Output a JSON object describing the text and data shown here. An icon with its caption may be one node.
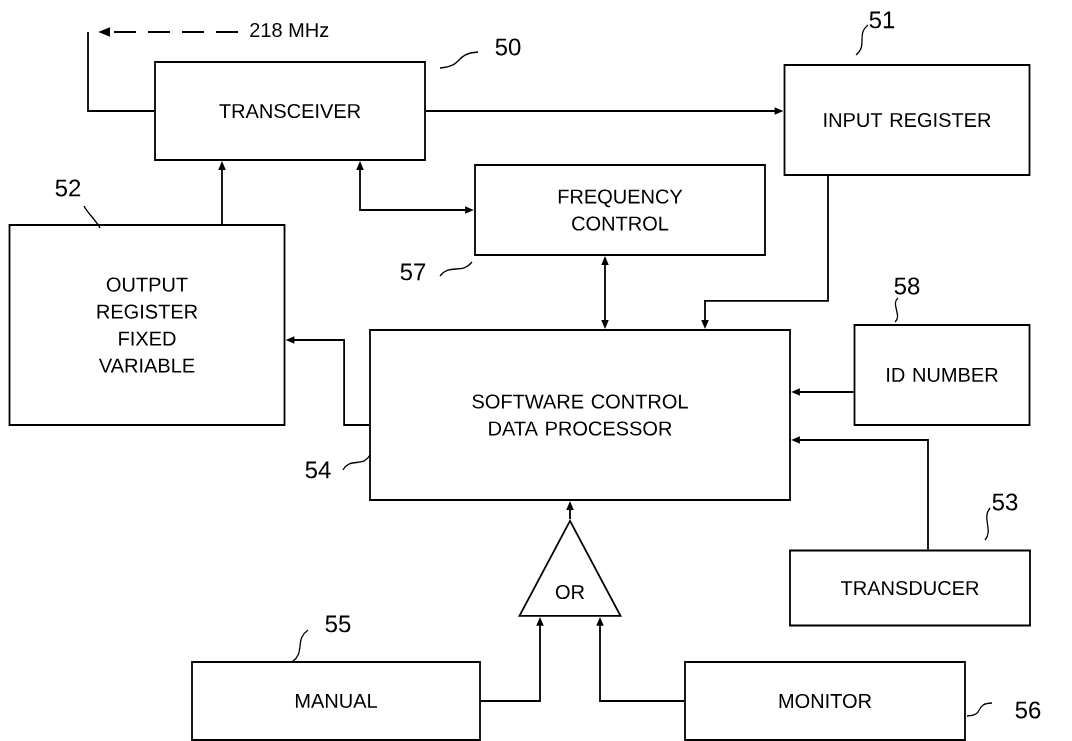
{
  "diagram": {
    "nodes": [
      {
        "text": [
          "TRANSCEIVER"
        ],
        "beside": [
          "50"
        ]
      },
      {
        "text": [
          "INPUT REGISTER"
        ],
        "beside": [
          "51"
        ]
      },
      {
        "text": [
          "FREQUENCY CONTROL"
        ],
        "beside": [
          "57"
        ]
      },
      {
        "text": [
          "OUTPUT REGISTER FIXED VARIABLE"
        ],
        "beside": [
          "52"
        ]
      },
      {
        "text": [
          "SOFTWARE CONTROL DATA PROCESSOR"
        ],
        "beside": [
          "54"
        ]
      },
      {
        "text": [
          "ID NUMBER"
        ],
        "beside": [
          "58"
        ]
      },
      {
        "text": [
          "TRANSDUCER"
        ],
        "beside": [
          "53"
        ]
      },
      {
        "text": [
          "OR"
        ]
      },
      {
        "text": [
          "MANUAL"
        ],
        "beside": [
          "55"
        ]
      },
      {
        "text": [
          "MONITOR"
        ],
        "beside": [
          "56"
        ]
      }
    ],
    "edges": [
      {
        "from": 0,
        "to": null,
        "arrow": "none"
      },
      {
        "from": 0,
        "to": 1,
        "arrow": "to"
      },
      {
        "from": 3,
        "to": 0,
        "arrow": "to"
      },
      {
        "from": 0,
        "to": 2,
        "arrow": "both"
      },
      {
        "from": 2,
        "to": 4,
        "arrow": "both"
      },
      {
        "from": 1,
        "to": 4,
        "arrow": "to"
      },
      {
        "from": 4,
        "to": 3,
        "arrow": "to"
      },
      {
        "from": 5,
        "to": 4,
        "arrow": "to"
      },
      {
        "from": 6,
        "to": 4,
        "arrow": "to"
      },
      {
        "from": 7,
        "to": 4,
        "arrow": "to"
      },
      {
        "from": 8,
        "to": 7,
        "arrow": "to"
      },
      {
        "from": 9,
        "to": 7,
        "arrow": "to"
      }
    ],
    "labels": [
      "218 MHz"
    ]
  }
}
